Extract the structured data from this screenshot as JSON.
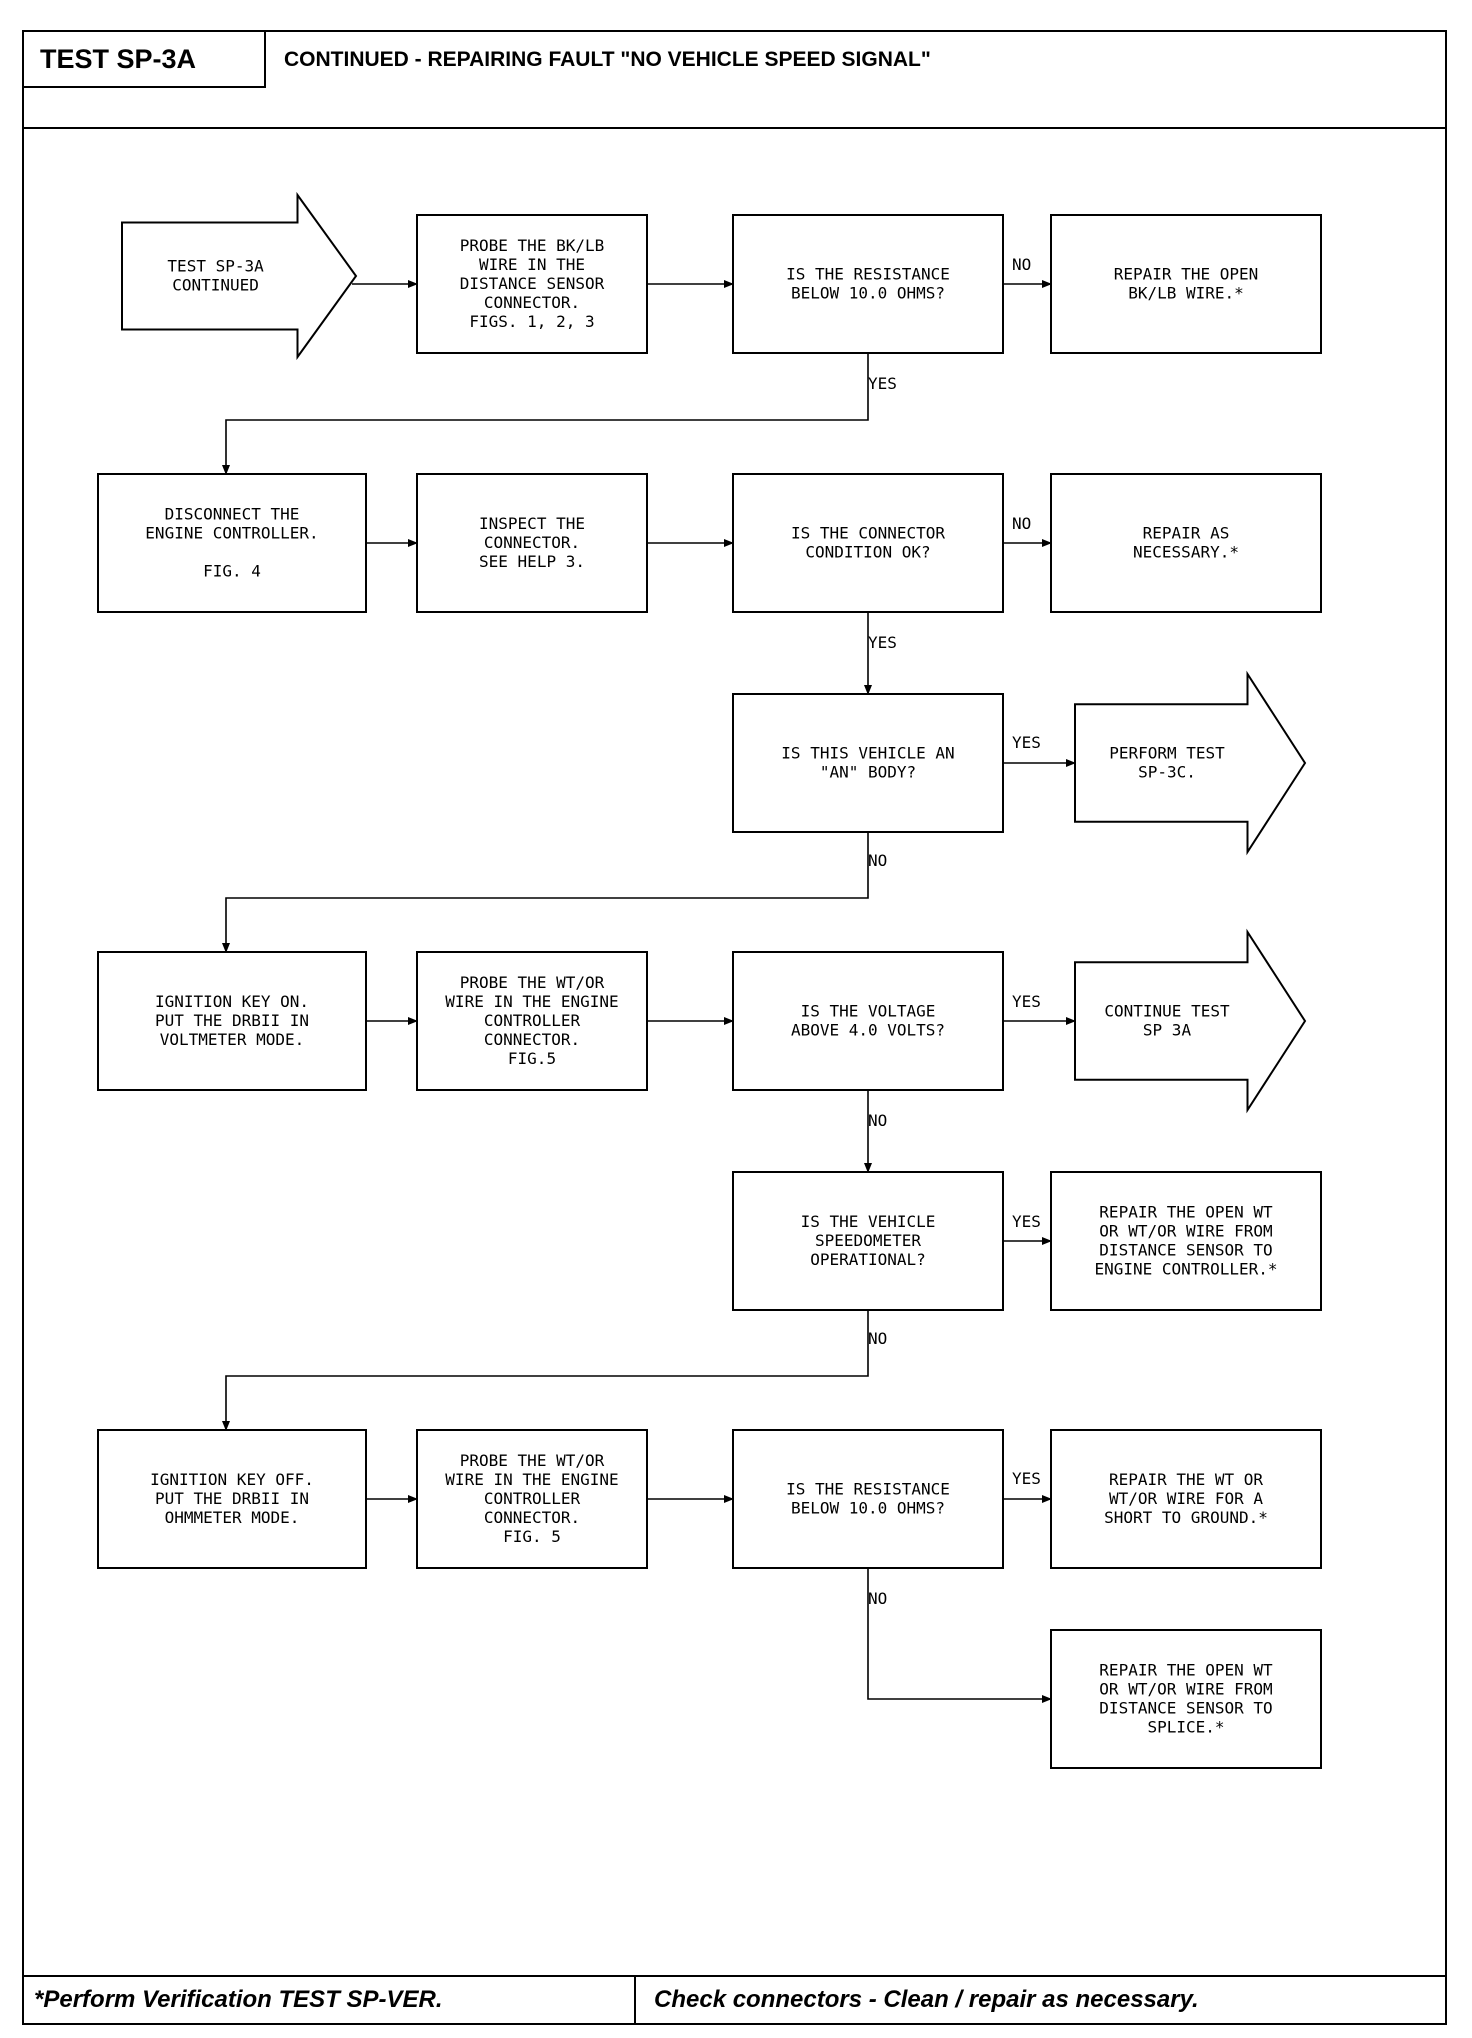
{
  "header": {
    "test_id": "TEST SP-3A",
    "title": "CONTINUED - REPAIRING FAULT \"NO VEHICLE SPEED SIGNAL\""
  },
  "footer": {
    "left": "*Perform Verification TEST SP-VER.",
    "right": "Check connectors - Clean / repair as necessary."
  },
  "flowchart": {
    "nodes": [
      {
        "id": "start",
        "lines": [
          "TEST SP-3A",
          "CONTINUED"
        ]
      },
      {
        "id": "probe1",
        "lines": [
          "PROBE THE BK/LB",
          "WIRE IN THE",
          "DISTANCE SENSOR",
          "CONNECTOR.",
          "FIGS. 1, 2, 3"
        ]
      },
      {
        "id": "q1",
        "lines": [
          "IS THE RESISTANCE",
          "BELOW 10.0 OHMS?"
        ]
      },
      {
        "id": "r1",
        "lines": [
          "REPAIR THE OPEN",
          "BK/LB WIRE.*"
        ]
      },
      {
        "id": "disc",
        "lines": [
          "DISCONNECT THE",
          "ENGINE CONTROLLER.",
          "",
          "FIG. 4"
        ]
      },
      {
        "id": "insp",
        "lines": [
          "INSPECT THE",
          "CONNECTOR.",
          "SEE HELP 3."
        ]
      },
      {
        "id": "q2",
        "lines": [
          "IS THE CONNECTOR",
          "CONDITION OK?"
        ]
      },
      {
        "id": "r2",
        "lines": [
          "REPAIR AS",
          "NECESSARY.*"
        ]
      },
      {
        "id": "q3",
        "lines": [
          "IS THIS VEHICLE AN",
          "\"AN\" BODY?"
        ]
      },
      {
        "id": "t3c",
        "lines": [
          "PERFORM TEST",
          "SP-3C."
        ]
      },
      {
        "id": "ign1",
        "lines": [
          "IGNITION KEY ON.",
          "PUT THE DRBII IN",
          "VOLTMETER MODE."
        ]
      },
      {
        "id": "probe2",
        "lines": [
          "PROBE THE WT/OR",
          "WIRE IN THE ENGINE",
          "CONTROLLER",
          "CONNECTOR.",
          "FIG.5"
        ]
      },
      {
        "id": "q4",
        "lines": [
          "IS THE VOLTAGE",
          "ABOVE 4.0 VOLTS?"
        ]
      },
      {
        "id": "cont",
        "lines": [
          "CONTINUE TEST",
          "SP 3A"
        ]
      },
      {
        "id": "q5",
        "lines": [
          "IS THE VEHICLE",
          "SPEEDOMETER",
          "OPERATIONAL?"
        ]
      },
      {
        "id": "r5",
        "lines": [
          "REPAIR THE OPEN WT",
          "OR WT/OR WIRE FROM",
          "DISTANCE SENSOR TO",
          "ENGINE CONTROLLER.*"
        ]
      },
      {
        "id": "ign2",
        "lines": [
          "IGNITION KEY OFF.",
          "PUT THE DRBII IN",
          "OHMMETER MODE."
        ]
      },
      {
        "id": "probe3",
        "lines": [
          "PROBE THE WT/OR",
          "WIRE IN THE ENGINE",
          "CONTROLLER",
          "CONNECTOR.",
          "FIG. 5"
        ]
      },
      {
        "id": "q6",
        "lines": [
          "IS THE RESISTANCE",
          "BELOW 10.0 OHMS?"
        ]
      },
      {
        "id": "r6",
        "lines": [
          "REPAIR THE WT OR",
          "WT/OR WIRE FOR A",
          "SHORT TO GROUND.*"
        ]
      },
      {
        "id": "r7",
        "lines": [
          "REPAIR THE OPEN WT",
          "OR WT/OR WIRE FROM",
          "DISTANCE SENSOR TO",
          "SPLICE.*"
        ]
      }
    ],
    "edge_labels": {
      "q1_no": "NO",
      "q1_yes": "YES",
      "q2_no": "NO",
      "q2_yes": "YES",
      "q3_yes": "YES",
      "q3_no": "NO",
      "q4_yes": "YES",
      "q4_no": "NO",
      "q5_yes": "YES",
      "q5_no": "NO",
      "q6_yes": "YES",
      "q6_no": "NO"
    }
  }
}
